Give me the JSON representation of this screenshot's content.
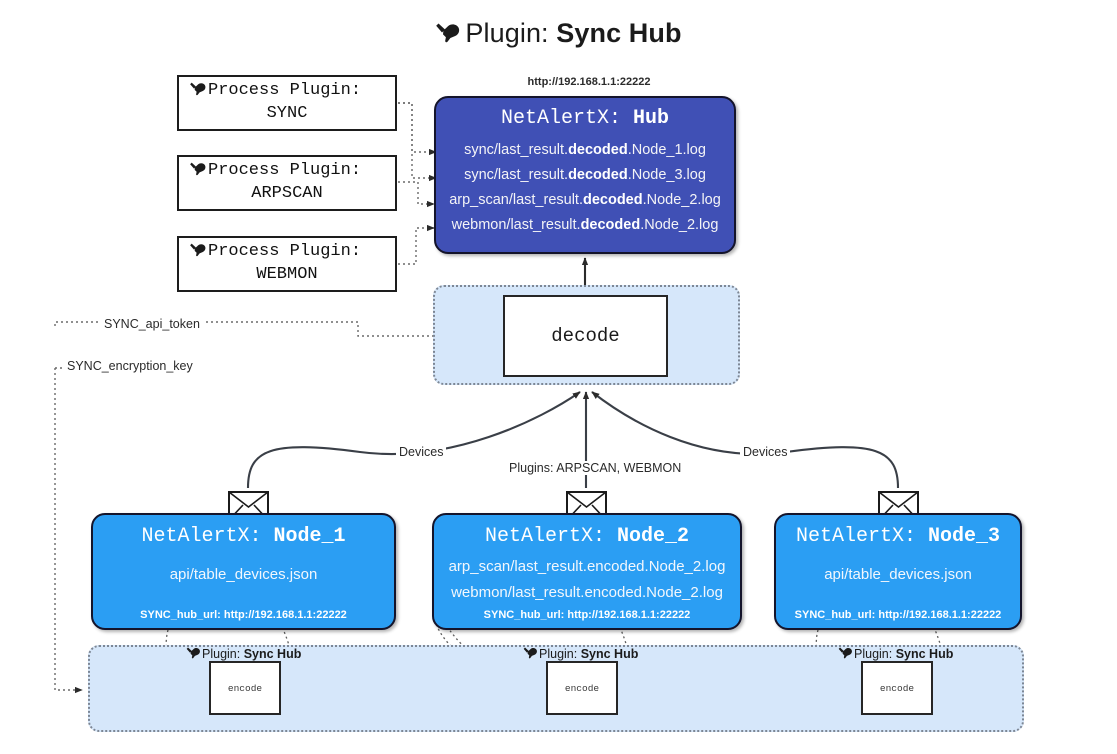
{
  "title": {
    "icon": "plug-icon",
    "prefix": "Plugin: ",
    "name": "Sync Hub"
  },
  "process_plugins": [
    {
      "icon": "plug-icon",
      "line1": "Process Plugin:",
      "line2": "SYNC"
    },
    {
      "icon": "plug-icon",
      "line1": "Process Plugin:",
      "line2": "ARPSCAN"
    },
    {
      "icon": "plug-icon",
      "line1": "Process Plugin:",
      "line2": "WEBMON"
    }
  ],
  "hub": {
    "url": "http://192.168.1.1:22222",
    "title_prefix": "NetAlertX: ",
    "title_name": "Hub",
    "lines": [
      {
        "pre": "sync/last_result.",
        "bold": "decoded",
        "post": ".Node_1.log"
      },
      {
        "pre": "sync/last_result.",
        "bold": "decoded",
        "post": ".Node_3.log"
      },
      {
        "pre": "arp_scan/last_result.",
        "bold": "decoded",
        "post": ".Node_2.log"
      },
      {
        "pre": "webmon/last_result.",
        "bold": "decoded",
        "post": ".Node_2.log"
      }
    ],
    "color": "#4050b5"
  },
  "decode": {
    "label": "decode",
    "container_color": "#d6e7fa"
  },
  "edge_labels": {
    "sync_api_token": "SYNC_api_token",
    "sync_encryption_key": "SYNC_encryption_key",
    "devices_left": "Devices",
    "devices_right": "Devices",
    "plugins_center": "Plugins: ARPSCAN, WEBMON"
  },
  "nodes": [
    {
      "icon": "envelope-icon",
      "title_prefix": "NetAlertX: ",
      "title_name": "Node_1",
      "lines": [
        "api/table_devices.json"
      ],
      "footer": "SYNC_hub_url: http://192.168.1.1:22222",
      "color": "#2b9ef3"
    },
    {
      "icon": "envelope-icon",
      "title_prefix": "NetAlertX: ",
      "title_name": "Node_2",
      "lines": [
        "arp_scan/last_result.encoded.Node_2.log",
        "webmon/last_result.encoded.Node_2.log"
      ],
      "footer": "SYNC_hub_url: http://192.168.1.1:22222",
      "color": "#2b9ef3"
    },
    {
      "icon": "envelope-icon",
      "title_prefix": "NetAlertX: ",
      "title_name": "Node_3",
      "lines": [
        "api/table_devices.json"
      ],
      "footer": "SYNC_hub_url: http://192.168.1.1:22222",
      "color": "#2b9ef3"
    }
  ],
  "encoders": [
    {
      "icon": "plug-icon",
      "label_prefix": "Plugin: ",
      "label_name": "Sync Hub",
      "box_label": "encode"
    },
    {
      "icon": "plug-icon",
      "label_prefix": "Plugin: ",
      "label_name": "Sync Hub",
      "box_label": "encode"
    },
    {
      "icon": "plug-icon",
      "label_prefix": "Plugin: ",
      "label_name": "Sync Hub",
      "box_label": "encode"
    }
  ]
}
